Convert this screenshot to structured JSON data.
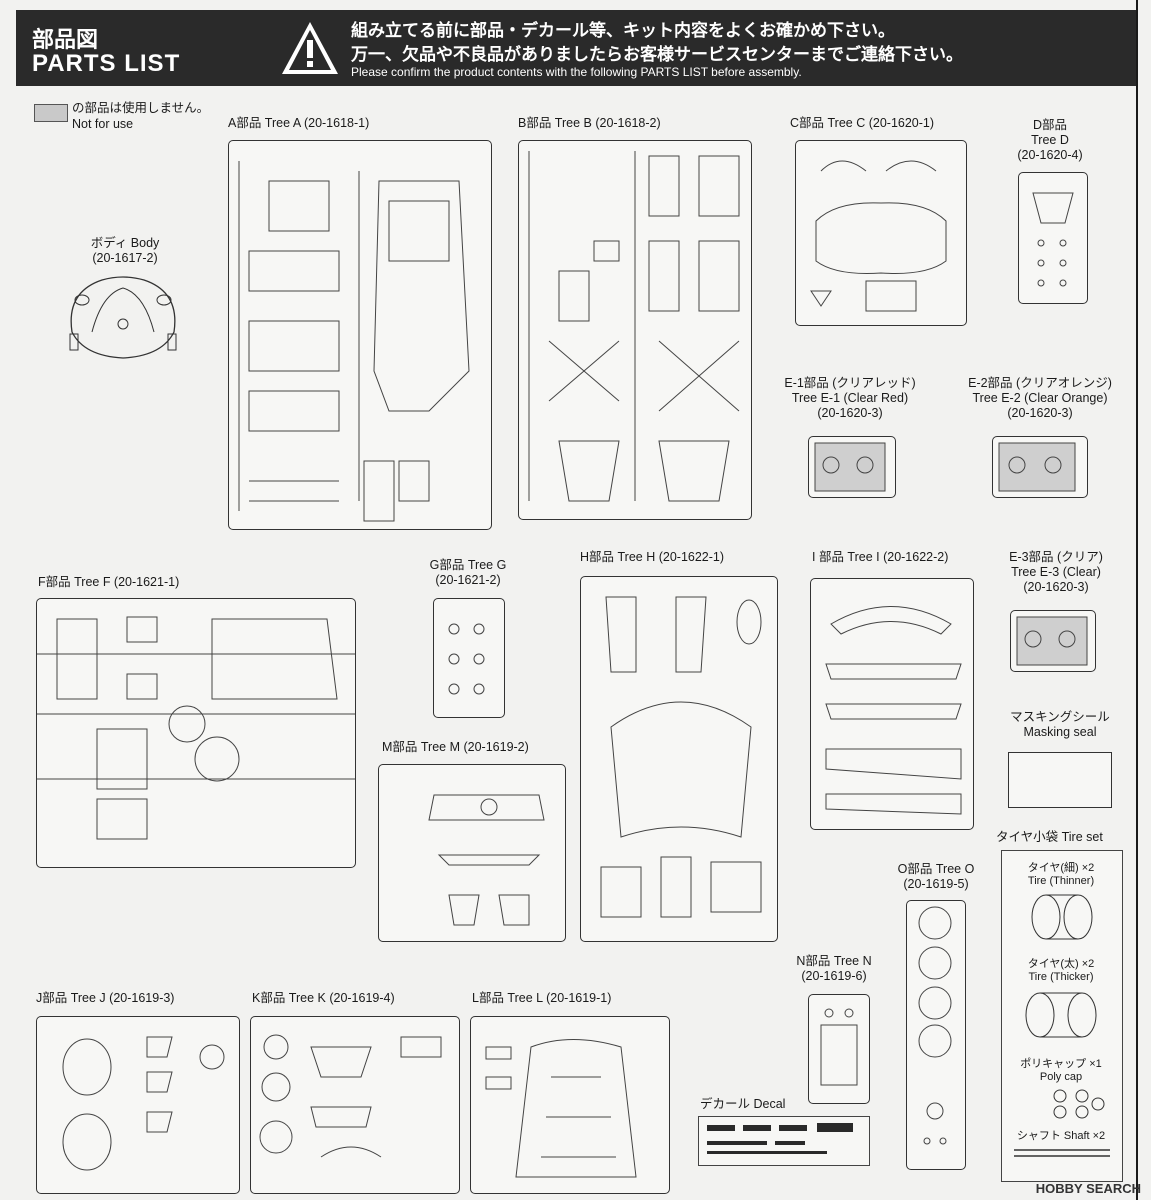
{
  "header": {
    "title_jp": "部品図",
    "title_en": "PARTS LIST",
    "warning_jp_1": "組み立てる前に部品・デカール等、キット内容をよくお確かめ下さい。",
    "warning_jp_2": "万一、欠品や不良品がありましたらお客様サービスセンターまでご連絡下さい。",
    "warning_en": "Please confirm the product contents with the following PARTS LIST before assembly."
  },
  "legend": {
    "jp": "の部品は使用しません。",
    "en": "Not for use"
  },
  "trees": {
    "body": {
      "l1": "ボディ Body",
      "l2": "(20-1617-2)"
    },
    "a": {
      "l1": "A部品 Tree A (20-1618-1)"
    },
    "b": {
      "l1": "B部品 Tree B (20-1618-2)"
    },
    "c": {
      "l1": "C部品 Tree C (20-1620-1)"
    },
    "d": {
      "l1": "D部品",
      "l2": "Tree D",
      "l3": "(20-1620-4)"
    },
    "e1": {
      "l1": "E-1部品 (クリアレッド)",
      "l2": "Tree E-1 (Clear Red)",
      "l3": "(20-1620-3)"
    },
    "e2": {
      "l1": "E-2部品 (クリアオレンジ)",
      "l2": "Tree E-2 (Clear Orange)",
      "l3": "(20-1620-3)"
    },
    "f": {
      "l1": "F部品 Tree F (20-1621-1)"
    },
    "g": {
      "l1": "G部品 Tree G",
      "l2": "(20-1621-2)"
    },
    "h": {
      "l1": "H部品 Tree H (20-1622-1)"
    },
    "i": {
      "l1": "I 部品 Tree I (20-1622-2)"
    },
    "e3": {
      "l1": "E-3部品 (クリア)",
      "l2": "Tree E-3 (Clear)",
      "l3": "(20-1620-3)"
    },
    "m": {
      "l1": "M部品 Tree M (20-1619-2)"
    },
    "o": {
      "l1": "O部品 Tree O",
      "l2": "(20-1619-5)"
    },
    "n": {
      "l1": "N部品 Tree N",
      "l2": "(20-1619-6)"
    },
    "j": {
      "l1": "J部品 Tree J (20-1619-3)"
    },
    "k": {
      "l1": "K部品 Tree K (20-1619-4)"
    },
    "l": {
      "l1": "L部品 Tree L (20-1619-1)"
    }
  },
  "masking": {
    "jp": "マスキングシール",
    "en": "Masking seal"
  },
  "tireset": {
    "title": "タイヤ小袋  Tire set",
    "thin_jp": "タイヤ(細) ×2",
    "thin_en": "Tire (Thinner)",
    "thick_jp": "タイヤ(太) ×2",
    "thick_en": "Tire (Thicker)",
    "poly_jp": "ポリキャップ ×1",
    "poly_en": "Poly cap",
    "shaft": "シャフト Shaft ×2"
  },
  "decal": {
    "label": "デカール Decal"
  },
  "watermark": "HOBBY SEARCH"
}
